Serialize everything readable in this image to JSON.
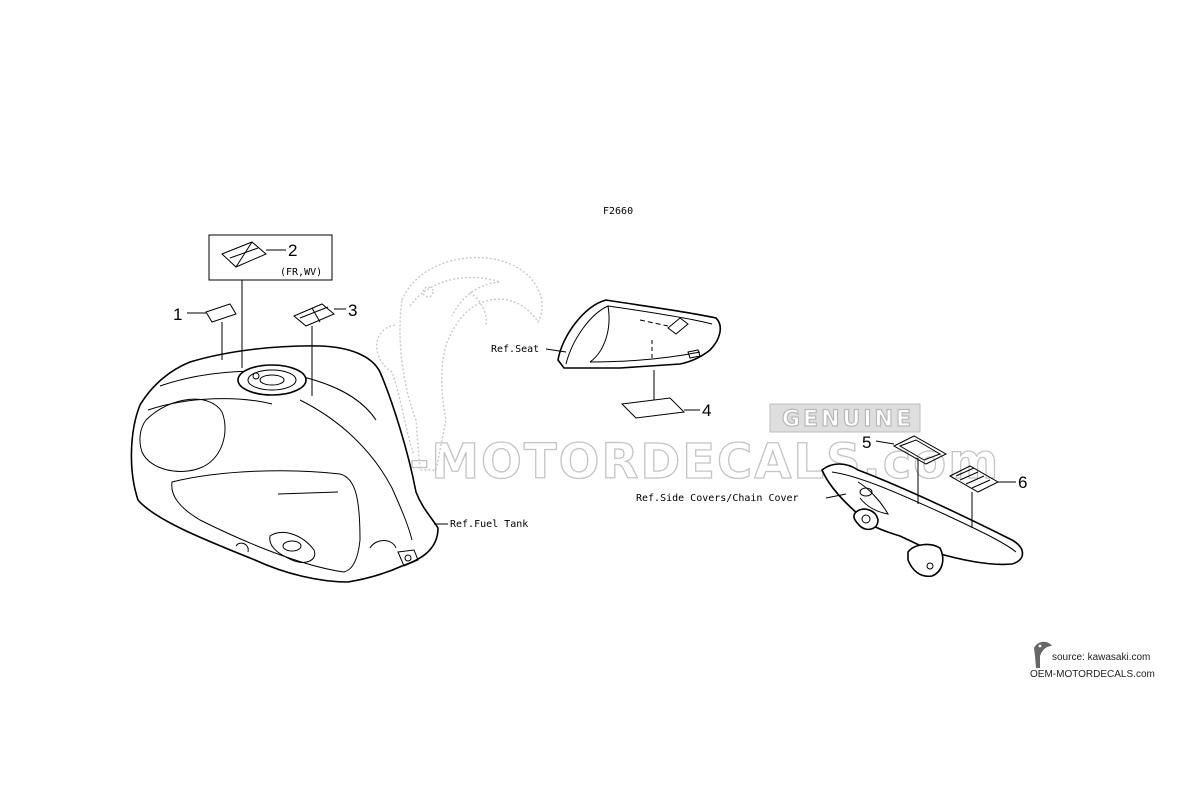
{
  "figure_code": "F2660",
  "callouts": [
    {
      "number": "1"
    },
    {
      "number": "2",
      "note": "(FR,WV)"
    },
    {
      "number": "3"
    },
    {
      "number": "4"
    },
    {
      "number": "5"
    },
    {
      "number": "6"
    }
  ],
  "references": {
    "seat": "Ref.Seat",
    "fuel_tank": "Ref.Fuel Tank",
    "side_covers": "Ref.Side Covers/Chain Cover"
  },
  "watermark": {
    "badge": "GENUINE",
    "brand": "OEM-MOTORDECALS.com"
  },
  "source": {
    "line1": "source: kawasaki.com",
    "line2": "OEM-MOTORDECALS.com"
  },
  "colors": {
    "line": "#000000",
    "watermark": "#c4c4c4",
    "background": "#ffffff"
  }
}
